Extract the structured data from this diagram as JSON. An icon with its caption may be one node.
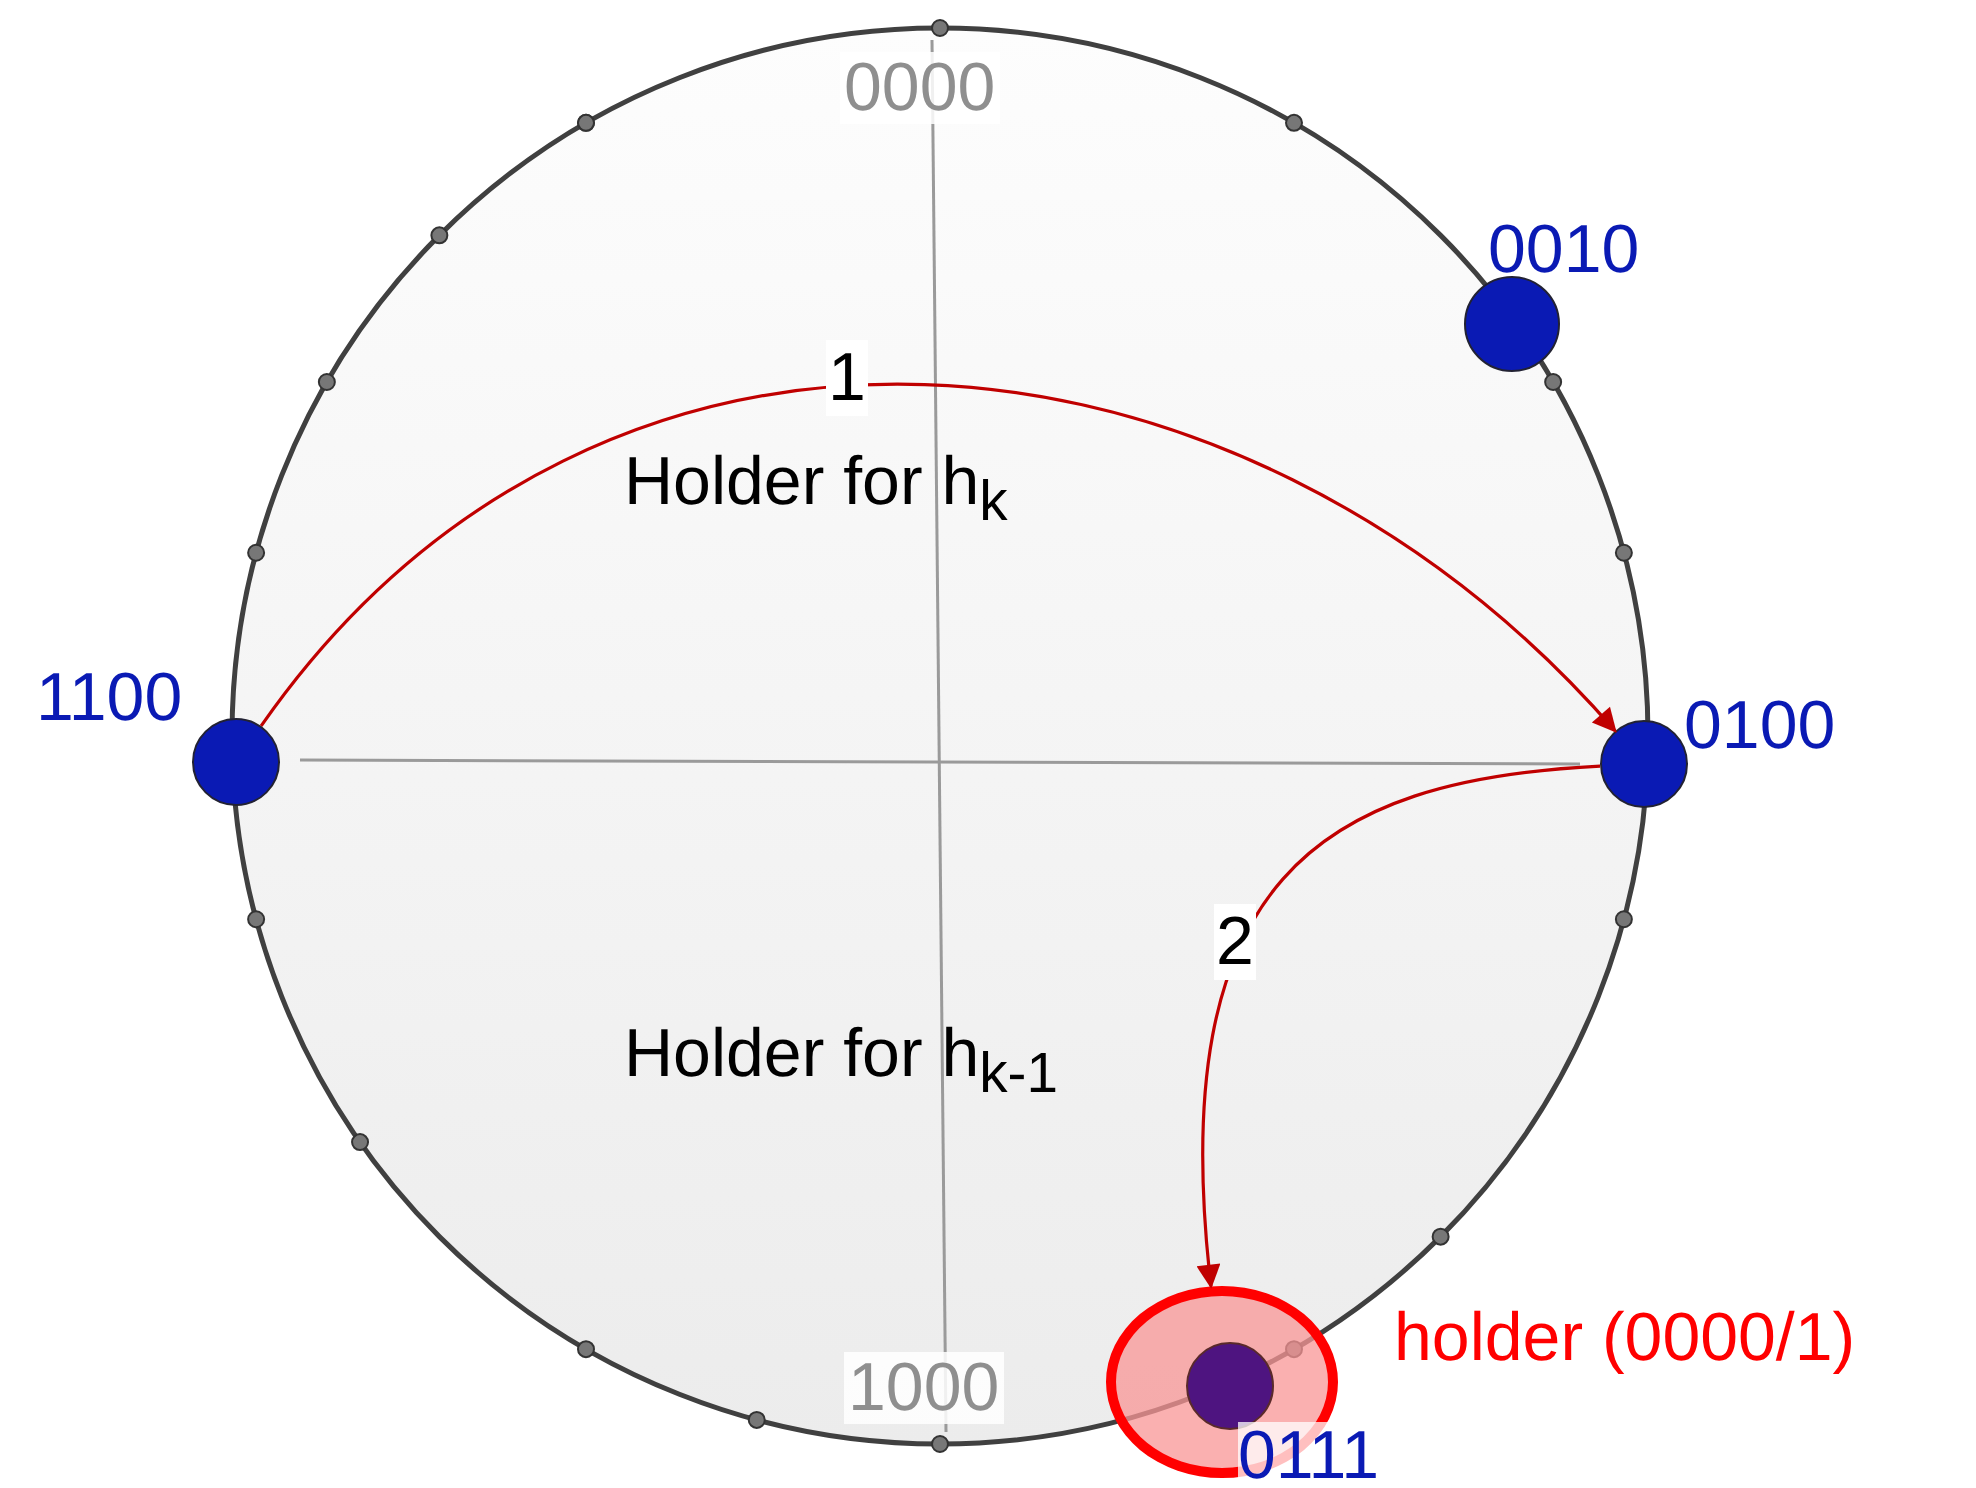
{
  "diagram": {
    "nodes": [
      {
        "text": [],
        "shape": "circle",
        "beside": [
          "1100"
        ]
      },
      {
        "text": [],
        "shape": "circle",
        "beside": [
          "0010"
        ]
      },
      {
        "text": [],
        "shape": "circle",
        "beside": [
          "0100"
        ]
      },
      {
        "text": [],
        "shape": "circle",
        "beside": [
          "holder (0000/1)"
        ]
      },
      {
        "text": [],
        "shape": "circle",
        "beside": [
          "0111"
        ],
        "in": 3
      }
    ],
    "edges": [
      {
        "from": 0,
        "to": 2,
        "arrow": "to",
        "label": "1"
      },
      {
        "from": 2,
        "to": 3,
        "arrow": "to",
        "label": "2"
      }
    ],
    "labels": [
      "0000",
      "Holder for h$_{k}$",
      "Holder for h$_{k-1}$",
      "1000"
    ]
  }
}
